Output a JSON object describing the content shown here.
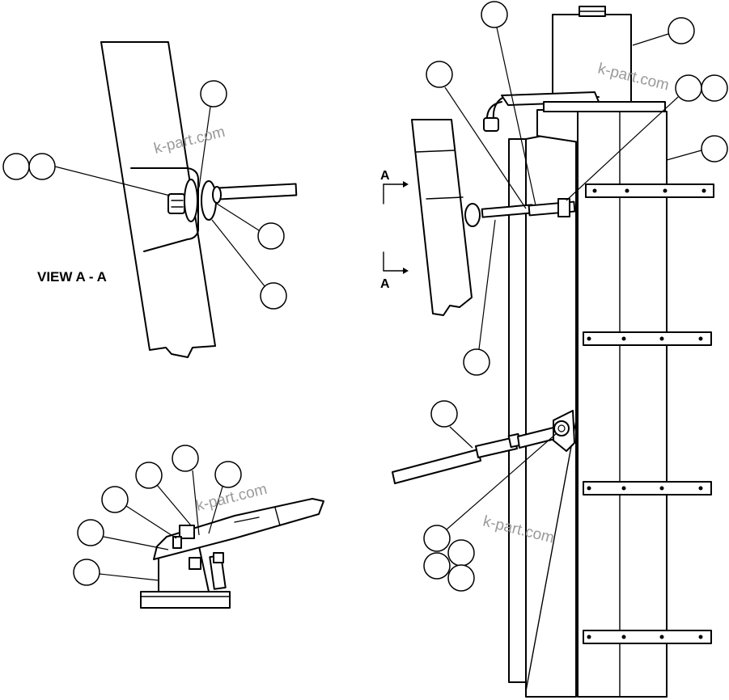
{
  "view_label": "VIEW A - A",
  "section_marker_top": "A",
  "section_marker_bottom": "A",
  "watermark": "k-part.com",
  "colors": {
    "line": "#000000",
    "background": "#ffffff",
    "watermark": "#9a9a9a"
  }
}
